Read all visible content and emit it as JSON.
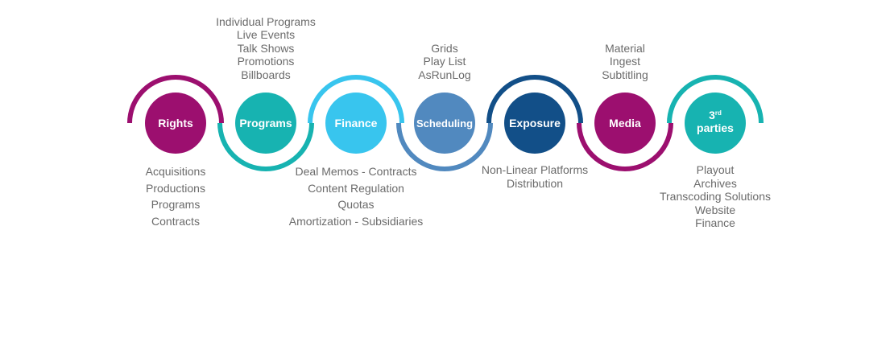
{
  "colors": {
    "magenta": "#9c0f6f",
    "teal": "#17b3b1",
    "sky": "#38c5ee",
    "steel": "#5189bf",
    "navy": "#124f88",
    "text": "#6b6b6b"
  },
  "stages": [
    {
      "label": "Rights",
      "color": "magenta",
      "arc": "top",
      "captions_above": [],
      "captions_below": [
        "Acquisitions",
        "Productions",
        "Programs",
        "Contracts"
      ]
    },
    {
      "label": "Programs",
      "color": "teal",
      "arc": "bottom",
      "captions_above": [
        "Individual Programs",
        "Live Events",
        "Talk Shows",
        "Promotions",
        "Billboards"
      ],
      "captions_below": []
    },
    {
      "label": "Finance",
      "color": "sky",
      "arc": "top",
      "captions_above": [],
      "captions_below": [
        "Deal Memos - Contracts",
        "Content Regulation",
        "Quotas",
        "Amortization - Subsidiaries"
      ]
    },
    {
      "label": "Scheduling",
      "color": "steel",
      "arc": "bottom",
      "captions_above": [
        "Grids",
        "Play List",
        "AsRunLog"
      ],
      "captions_below": []
    },
    {
      "label": "Exposure",
      "color": "navy",
      "arc": "top",
      "captions_above": [],
      "captions_below": [
        "Non-Linear Platforms",
        "Distribution"
      ]
    },
    {
      "label": "Media",
      "color": "magenta",
      "arc": "bottom",
      "captions_above": [
        "Material",
        "Ingest",
        "Subtitling"
      ],
      "captions_below": []
    },
    {
      "label": "3",
      "label_sup": "rd",
      "label_line2": "parties",
      "color": "teal",
      "arc": "top",
      "captions_above": [],
      "captions_below": [
        "Playout",
        "Archives",
        "Transcoding Solutions",
        "Website",
        "Finance"
      ]
    }
  ]
}
